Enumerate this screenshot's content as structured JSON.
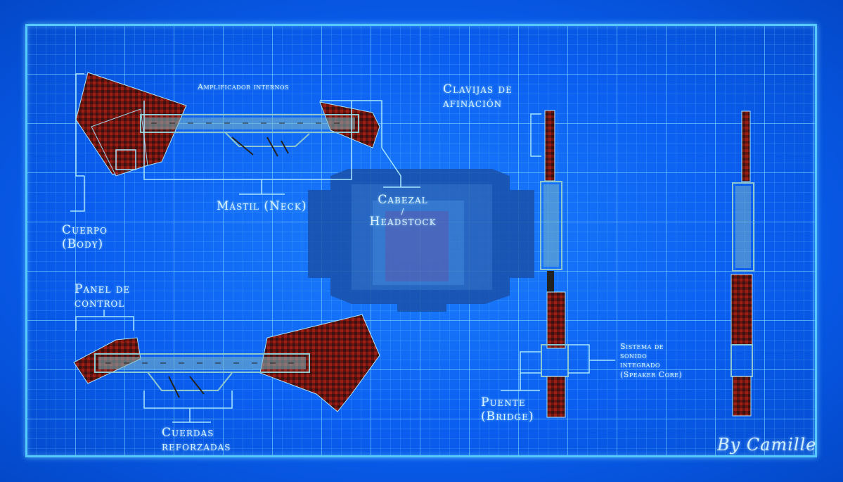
{
  "labels": {
    "amplificador": "Amplificador internos",
    "clavijas_1": "Clavijas de",
    "clavijas_2": "afinación",
    "mastil": "Mástil (Neck)",
    "cabezal_1": "Cabezal",
    "cabezal_2": "/",
    "cabezal_3": "Headstock",
    "cuerpo_1": "Cuerpo",
    "cuerpo_2": "(Body)",
    "panel_1": "Panel de",
    "panel_2": "control",
    "cuerdas_1": "Cuerdas",
    "cuerdas_2": "reforzadas",
    "puente_1": "Puente",
    "puente_2": "(Bridge)",
    "sistema_1": "Sistema de",
    "sistema_2": "sonido",
    "sistema_3": "integrado",
    "sistema_4": "(Speaker Core)"
  },
  "signature": "By Camille",
  "colors": {
    "background": "#0a5ef0",
    "grid": "#78d2ff",
    "body_dark": "#3a1410",
    "body_red": "#8a1a14",
    "metal": "#8fc7cf",
    "callout": "#a8e6ff",
    "silhouette": "#1a4fa8"
  },
  "icons": {
    "center_watermark": "boombox-silhouette"
  }
}
